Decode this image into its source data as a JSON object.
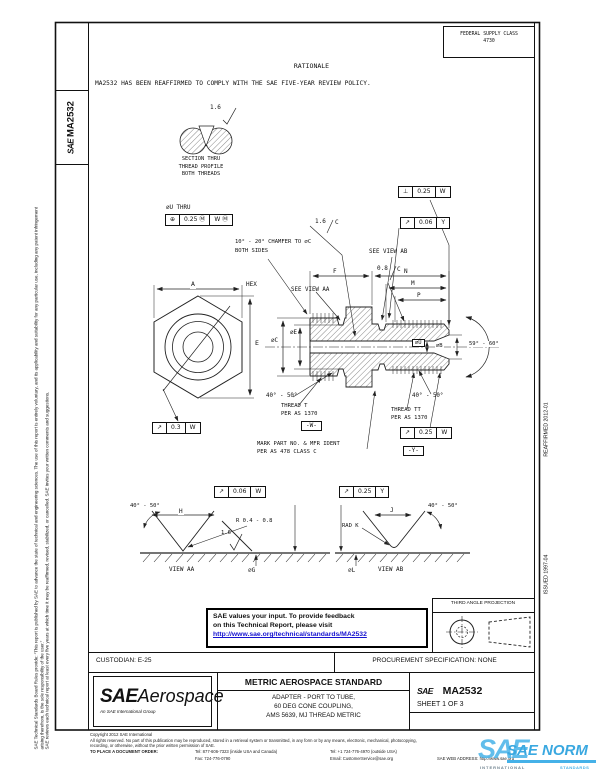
{
  "colors": {
    "ink": "#111111",
    "link": "#1512d0",
    "watermark_blue": "#45b1e8"
  },
  "doc": {
    "side_label_sae": "SAE",
    "side_label_num": "MA2532",
    "fsc1": "FEDERAL SUPPLY CLASS",
    "fsc2": "4730",
    "rationale_title": "RATIONALE",
    "rationale_body": "MA2532 HAS BEEN REAFFIRMED TO COMPLY WITH THE SAE FIVE-YEAR REVIEW POLICY.",
    "reaffirmed": "REAFFIRMED 2012-01",
    "issued": "ISSUED 1997-04",
    "disclaimer_p1": "SAE Technical Standards Board Rules provide: “This report is published by SAE to advance the state of technical and engineering sciences. The use of this report is entirely voluntary, and its applicability and suitability for any particular use, including any patent infringement arising therefrom, is the sole responsibility of the user.”",
    "disclaimer_p2": "SAE reviews each technical report at least every five years at which time it may be reaffirmed, revised, stabilized, or cancelled. SAE invites your written comments and suggestions."
  },
  "drawing": {
    "finish_top": "1.6",
    "sect1": "SECTION THRU",
    "sect2": "THREAD PROFILE",
    "sect3": "BOTH THREADS",
    "perp_sym": "⊥",
    "perp_tol": "0.25",
    "perp_dat": "W",
    "hole_note": "⌀U THRU",
    "pos_sym": "⊕",
    "pos_tol": "0.25 Ⓜ",
    "pos_dat": "W Ⓜ",
    "fin16": "1.6",
    "fin16_suffix": "C",
    "ro1_sym": "↗",
    "ro1_tol": "0.06",
    "ro1_dat": "Y",
    "cham1": "10° - 20° CHAMFER TO ⌀C",
    "cham2": "BOTH SIDES",
    "see_ab": "SEE VIEW AB",
    "fin08": "0.8",
    "fin08_suffix": "C",
    "see_aa": "SEE VIEW AA",
    "dim_a": "A",
    "hex": "HEX",
    "dim_e": "E",
    "dim_dc": "⌀C",
    "dim_de": "⌀E",
    "dim_f": "F",
    "dim_n": "N",
    "dim_m": "M",
    "dim_p": "P",
    "dim_du": "⌀U",
    "dim_db": "⌀B",
    "cone_angle": "59° - 60°",
    "ang_l": "40° - 50°",
    "ang_r": "40° - 50°",
    "thr_t1": "THREAD T",
    "thr_t2": "PER AS 1370",
    "thr_tt1": "THREAD TT",
    "thr_tt2": "PER AS 1370",
    "dat_w": "-W-",
    "dat_y": "-Y-",
    "ro_hex_sym": "↗",
    "ro_hex_tol": "0.3",
    "ro_hex_dat": "W",
    "ro_tt_sym": "↗",
    "ro_tt_tol": "0.25",
    "ro_tt_dat": "W",
    "mark1": "MARK PART NO. & MFR IDENT",
    "mark2": "PER AS 478 CLASS C",
    "aa_sym": "↗",
    "aa_tol": "0.06",
    "aa_dat": "W",
    "aa_ang": "40° - 50°",
    "aa_h": "H",
    "aa_r": "R 0.4 - 0.8",
    "aa_fin": "1.6",
    "aa_label": "VIEW AA",
    "aa_dia": "⌀G",
    "ab_sym": "↗",
    "ab_tol": "0.25",
    "ab_dat": "Y",
    "ab_ang": "40° - 50°",
    "ab_j": "J",
    "ab_k": "RAD K",
    "ab_label": "VIEW AB",
    "ab_dia": "⌀L"
  },
  "feedback": {
    "l1": "SAE values your input. To provide feedback",
    "l2": "on this Technical Report, please visit",
    "link": "http://www.sae.org/technical/standards/MA2532"
  },
  "projection": {
    "title": "THIRD ANGLE PROJECTION"
  },
  "title_block": {
    "custodian": "CUSTODIAN:  E-25",
    "procurement": "PROCUREMENT SPECIFICATION:  NONE",
    "logo_sae": "SAE",
    "logo_aerospace": "Aerospace",
    "logo_tagline": "An SAE International Group",
    "standard_type": "METRIC AEROSPACE STANDARD",
    "title_l1": "ADAPTER - PORT TO TUBE,",
    "title_l2": "60 DEG CONE COUPLING,",
    "title_l3": "AMS 5639, MJ THREAD METRIC",
    "doc_sae": "SAE",
    "doc_number": "MA2532",
    "sheet": "SHEET 1 OF 3"
  },
  "footer": {
    "copyright": "Copyright 2012 SAE International",
    "rights_l1": "All rights reserved. No part of this publication may be reproduced, stored in a retrieval system or transmitted, in any form or by any means, electronic, mechanical, photocopying,",
    "rights_l2": "recording, or otherwise, without the prior written permission of SAE.",
    "order_label": "TO PLACE A DOCUMENT ORDER:",
    "tel1": "Tel:  877-606-7323 (inside USA and Canada)",
    "tel2": "Tel:  +1 724-776-4970 (outside USA)",
    "fax": "Fax:  724-776-0790",
    "email": "Email: CustomerService@sae.org",
    "web": "SAE WEB ADDRESS:  http://www.sae.org"
  },
  "watermark": {
    "sae": "SAE",
    "norm": "SAE NORM",
    "sub1": "INTERNATIONAL",
    "sub2": "STANDARDS"
  }
}
